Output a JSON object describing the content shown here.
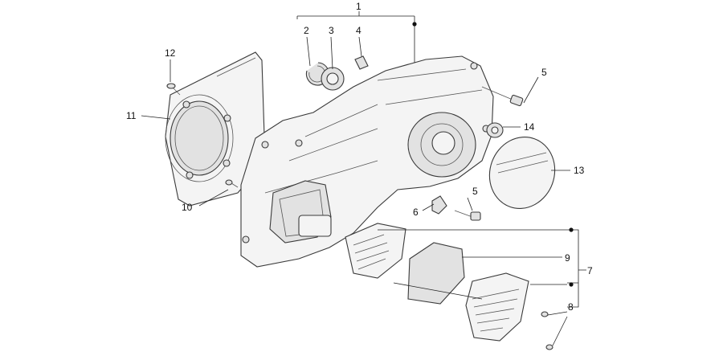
{
  "callouts": {
    "c1": "1",
    "c2": "2",
    "c3": "3",
    "c4": "4",
    "c5a": "5",
    "c5b": "5",
    "c6": "6",
    "c7": "7",
    "c8": "8",
    "c9": "9",
    "c10": "10",
    "c11": "11",
    "c12": "12",
    "c13": "13",
    "c14": "14"
  },
  "colors": {
    "line": "#3a3a3a",
    "fill": "#f4f4f4",
    "shade": "#e2e2e2",
    "text": "#111111"
  }
}
